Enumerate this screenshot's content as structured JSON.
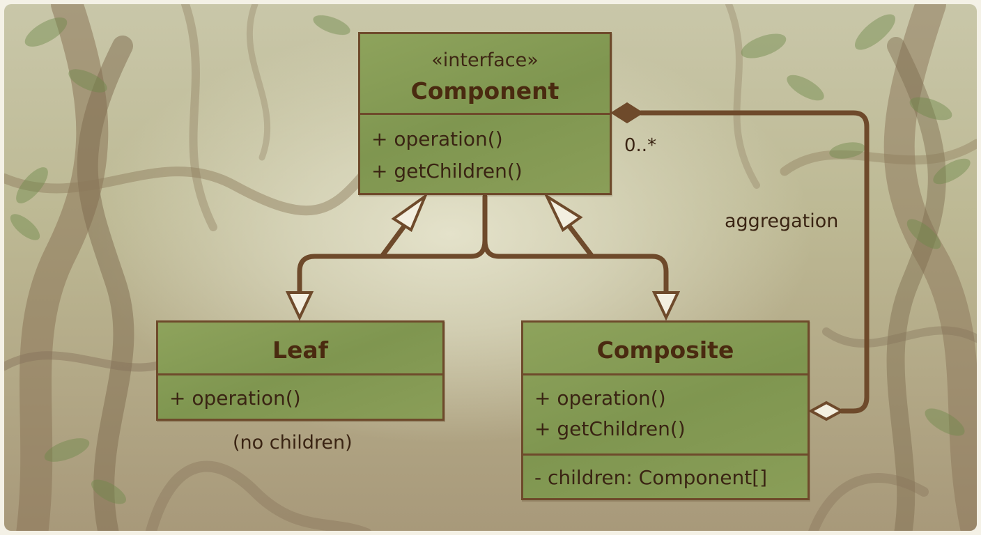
{
  "diagram": {
    "component": {
      "stereotype": "«interface»",
      "name": "Component",
      "operations": [
        "+ operation()",
        "+ getChildren()"
      ]
    },
    "leaf": {
      "name": "Leaf",
      "operations": [
        "+ operation()"
      ],
      "note": "(no children)"
    },
    "composite": {
      "name": "Composite",
      "operations": [
        "+ operation()",
        "+ getChildren()"
      ],
      "attributes": [
        "- children: Component[]"
      ]
    },
    "relations": {
      "multiplicity": "0..*",
      "aggregation_label": "aggregation"
    }
  },
  "colors": {
    "box_fill": "#839a53",
    "border": "#6e4a2b",
    "text": "#3a2413"
  }
}
